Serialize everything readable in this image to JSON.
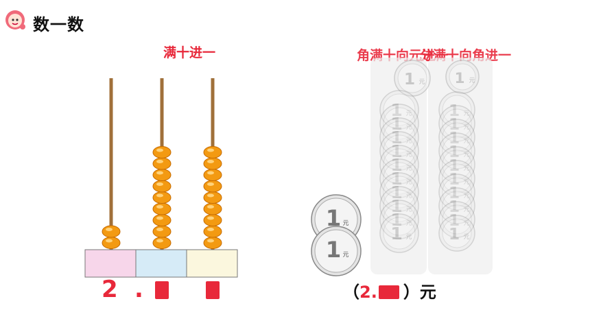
{
  "header": {
    "title": "数一数",
    "icon": "cartoon-face-icon"
  },
  "abacus_section": {
    "rule": "满十进一",
    "rods": [
      {
        "beads": 2,
        "base_color": "#f7d6ea"
      },
      {
        "beads": 9,
        "base_color": "#d6ebf7"
      },
      {
        "beads": 9,
        "base_color": "#fbf7de"
      }
    ],
    "answer_int": "2",
    "answer_dot": "."
  },
  "money_section": {
    "rule_a": "角满十向元进一",
    "rule_b": "分满十向角进一",
    "coin_face": "1",
    "coin_unit": "元",
    "coin_count_yuan": 2,
    "answer_open": "（",
    "answer_value": "2.",
    "answer_close": "）元"
  },
  "colors": {
    "accent": "#e8283a",
    "bead": "#f39a12"
  }
}
